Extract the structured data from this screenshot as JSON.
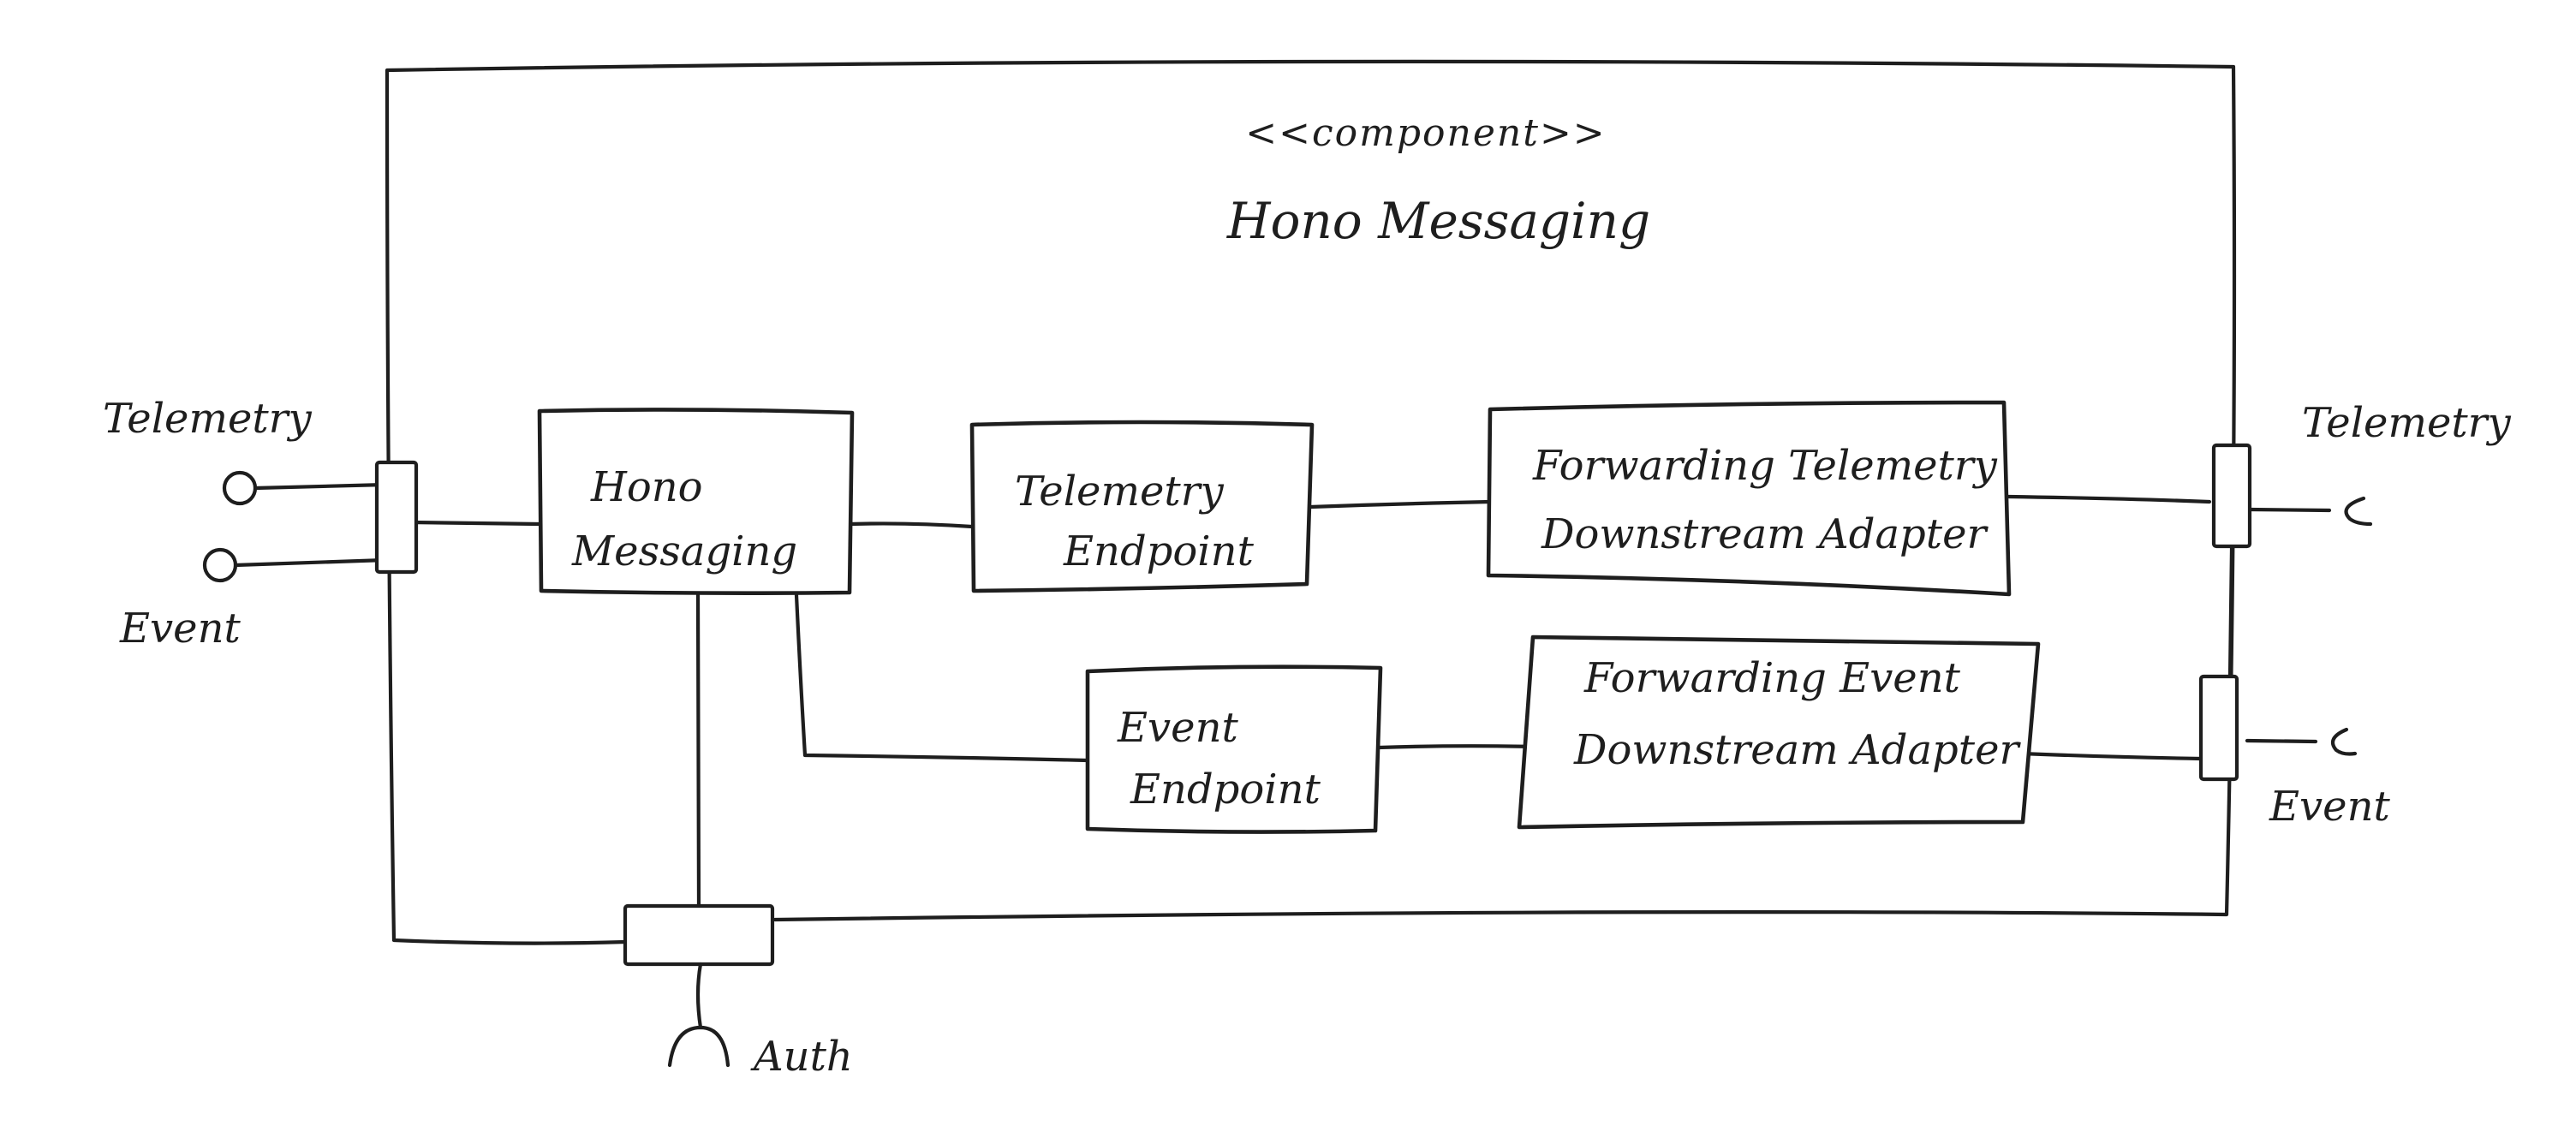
{
  "component": {
    "stereotype": "<<component>>",
    "name": "Hono Messaging"
  },
  "boxes": {
    "hono_messaging": [
      "Hono",
      "Messaging"
    ],
    "telemetry_endpoint": [
      "Telemetry",
      "Endpoint"
    ],
    "event_endpoint": [
      "Event",
      "Endpoint"
    ],
    "forwarding_telemetry": [
      "Forwarding Telemetry",
      "Downstream Adapter"
    ],
    "forwarding_event": [
      "Forwarding Event",
      "Downstream Adapter"
    ]
  },
  "interfaces": {
    "provided_telemetry": "Telemetry",
    "provided_event": "Event",
    "required_telemetry": "Telemetry",
    "required_event": "Event",
    "required_auth": "Auth"
  }
}
